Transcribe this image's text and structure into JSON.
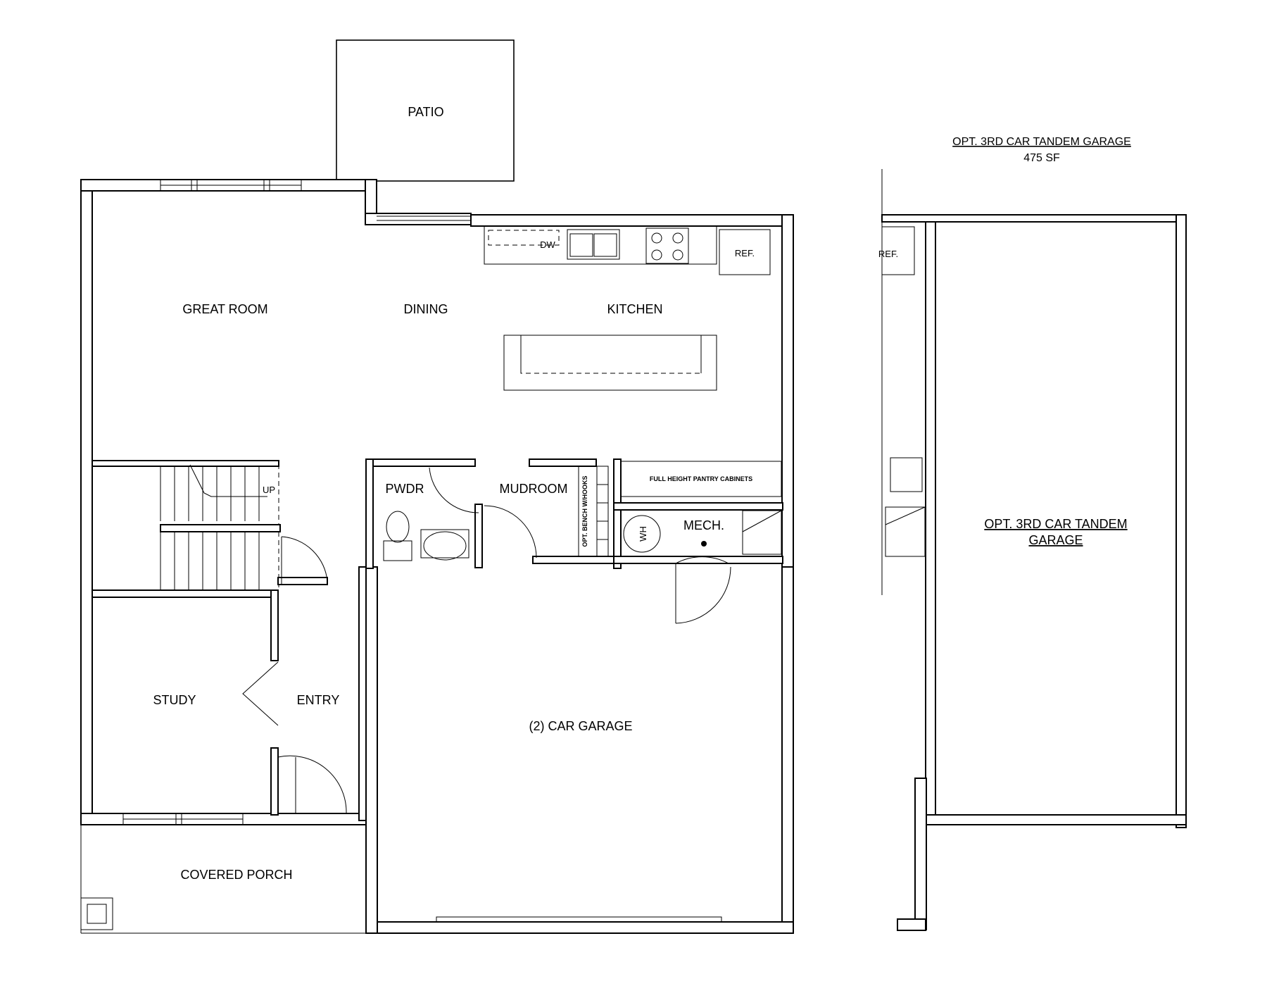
{
  "rooms": {
    "patio": "PATIO",
    "great_room": "GREAT ROOM",
    "dining": "DINING",
    "kitchen": "KITCHEN",
    "pwdr": "PWDR",
    "mudroom": "MUDROOM",
    "mech": "MECH.",
    "study": "STUDY",
    "entry": "ENTRY",
    "garage": "(2) CAR GARAGE",
    "covered_porch": "COVERED PORCH"
  },
  "fixtures": {
    "dw": "DW",
    "ref": "REF.",
    "pantry": "FULL HEIGHT PANTRY CABINETS",
    "bench": "OPT. BENCH W/HOOKS",
    "wh": "WH",
    "stair_up": "UP"
  },
  "option": {
    "title_line1": "OPT. 3RD CAR TANDEM GARAGE",
    "title_line2": "475 SF",
    "room_line1": "OPT. 3RD CAR TANDEM",
    "room_line2": "GARAGE",
    "ref": "REF."
  }
}
